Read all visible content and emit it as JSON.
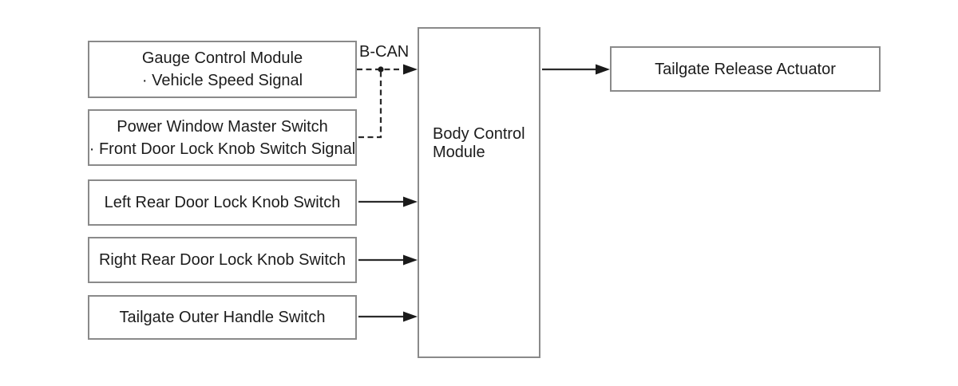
{
  "diagram": {
    "bcan_label": "B-CAN",
    "boxes": {
      "gauge_control_module": {
        "line1": "Gauge Control Module",
        "line2": "· Vehicle Speed Signal"
      },
      "power_window_master_switch": {
        "line1": "Power Window Master Switch",
        "line2": "· Front Door Lock Knob Switch Signal"
      },
      "left_rear_door_lock_knob_switch": {
        "label": "Left Rear Door Lock Knob Switch"
      },
      "right_rear_door_lock_knob_switch": {
        "label": "Right Rear Door Lock Knob Switch"
      },
      "tailgate_outer_handle_switch": {
        "label": "Tailgate Outer Handle Switch"
      },
      "body_control_module": {
        "line1": "Body Control",
        "line2": "Module"
      },
      "tailgate_release_actuator": {
        "label": "Tailgate Release Actuator"
      }
    },
    "connections": [
      {
        "from": "gauge_control_module",
        "to": "body_control_module",
        "style": "dashed",
        "bus": "B-CAN"
      },
      {
        "from": "power_window_master_switch",
        "to": "body_control_module",
        "style": "dashed",
        "bus": "B-CAN"
      },
      {
        "from": "left_rear_door_lock_knob_switch",
        "to": "body_control_module",
        "style": "solid"
      },
      {
        "from": "right_rear_door_lock_knob_switch",
        "to": "body_control_module",
        "style": "solid"
      },
      {
        "from": "tailgate_outer_handle_switch",
        "to": "body_control_module",
        "style": "solid"
      },
      {
        "from": "body_control_module",
        "to": "tailgate_release_actuator",
        "style": "solid"
      }
    ],
    "colors": {
      "connector": "#2b2b2b",
      "arrowhead": "#1a1a1a",
      "box_border": "#8a8a8a",
      "text": "#1c1c1c",
      "background": "#ffffff"
    }
  }
}
